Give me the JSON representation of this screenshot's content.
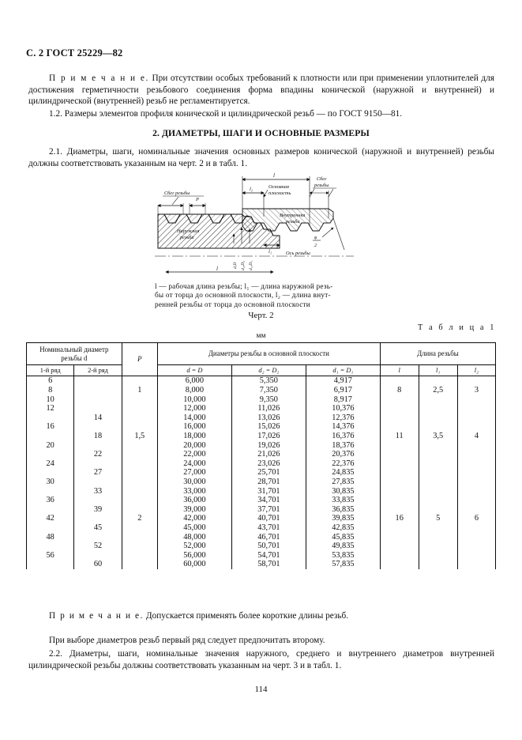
{
  "page": {
    "header": "С. 2 ГОСТ 25229—82",
    "page_number": "114"
  },
  "notes": {
    "note1_label": "П р и м е ч а н и е.",
    "note1_text": " При отсутствии особых требований к плотности или при применении уплотнителей для достижения герметичности резьбового соединения форма впадины конической (наружной и внутренней) и цилиндрической (внутренней) резьб не регламентируется.",
    "clause_1_2": "1.2. Размеры элементов профиля конической и цилиндрической резьб — по ГОСТ 9150—81.",
    "note2_label": "П р и м е ч а н и е.",
    "note2_text": "  Допускается применять более короткие длины резьб.",
    "after_table_1": "При выборе диаметров резьб первый ряд следует предпочитать второму.",
    "clause_2_2": "2.2. Диаметры, шаги, номинальные значения наружного, среднего и внутреннего диаметров внутренней цилиндрической резьбы должны соответствовать указанным на черт. 3 и в табл. 1."
  },
  "section": {
    "title": "2. ДИАМЕТРЫ, ШАГИ И ОСНОВНЫЕ РАЗМЕРЫ",
    "clause_2_1": "2.1. Диаметры, шаги, номинальные значения основных размеров конической (наружной и внутренней) резьбы должны соответствовать указанным на черт. 2 и в табл. 1."
  },
  "figure": {
    "number": "Черт. 2",
    "legend_line1": "l — рабочая длина резьбы; l₁ — длина наружной резь-",
    "legend_line2": "бы от торца до основной плоскости, l₂ — длина внут-",
    "legend_line3": "ренней резьбы от торца до основной плоскости",
    "labels": {
      "run_out_left": "Сбег резьбы",
      "run_out_right": "Сбег резьбы",
      "pitch": "P",
      "length_l": "l",
      "length_l1": "l₁",
      "length_l2": "l₂",
      "base_plane": "Основная плоскость",
      "external_thread": "Наружная резьба",
      "internal_thread": "Внутренняя резьба",
      "axis": "Ось резьбы",
      "diameters": "d,D  d₂,D₂  d₁,D₁",
      "angle": "φ/2"
    }
  },
  "table": {
    "caption": "Т а б л и ц а  1",
    "unit": "мм",
    "headers": {
      "nominal_diameter": "Номинальный диаметр резьбы d",
      "row1": "1-й ряд",
      "row2": "2-й ряд",
      "pitch": "P",
      "diameters_group": "Диаметры резьбы в основной плоскости",
      "d_D": "d = D",
      "d2_D2": "d₂ = D₂",
      "d1_D1": "d₁ = D₁",
      "length_group": "Длина резьбы",
      "l": "l",
      "l1": "l₁",
      "l2": "l₂"
    },
    "groups": [
      {
        "pitch": "1",
        "l": "8",
        "l1": "2,5",
        "l2": "3",
        "rows": [
          {
            "r1": "6",
            "r2": "",
            "dD": "6,000",
            "d2D2": "5,350",
            "d1D1": "4,917"
          },
          {
            "r1": "8",
            "r2": "",
            "dD": "8,000",
            "d2D2": "7,350",
            "d1D1": "6,917"
          },
          {
            "r1": "10",
            "r2": "",
            "dD": "10,000",
            "d2D2": "9,350",
            "d1D1": "8,917"
          }
        ]
      },
      {
        "pitch": "1,5",
        "l": "11",
        "l1": "3,5",
        "l2": "4",
        "rows": [
          {
            "r1": "12",
            "r2": "",
            "dD": "12,000",
            "d2D2": "11,026",
            "d1D1": "10,376"
          },
          {
            "r1": "",
            "r2": "14",
            "dD": "14,000",
            "d2D2": "13,026",
            "d1D1": "12,376"
          },
          {
            "r1": "16",
            "r2": "",
            "dD": "16,000",
            "d2D2": "15,026",
            "d1D1": "14,376"
          },
          {
            "r1": "",
            "r2": "18",
            "dD": "18,000",
            "d2D2": "17,026",
            "d1D1": "16,376"
          },
          {
            "r1": "20",
            "r2": "",
            "dD": "20,000",
            "d2D2": "19,026",
            "d1D1": "18,376"
          },
          {
            "r1": "",
            "r2": "22",
            "dD": "22,000",
            "d2D2": "21,026",
            "d1D1": "20,376"
          },
          {
            "r1": "24",
            "r2": "",
            "dD": "24,000",
            "d2D2": "23,026",
            "d1D1": "22,376"
          }
        ]
      },
      {
        "pitch": "2",
        "l": "16",
        "l1": "5",
        "l2": "6",
        "rows": [
          {
            "r1": "",
            "r2": "27",
            "dD": "27,000",
            "d2D2": "25,701",
            "d1D1": "24,835"
          },
          {
            "r1": "30",
            "r2": "",
            "dD": "30,000",
            "d2D2": "28,701",
            "d1D1": "27,835"
          },
          {
            "r1": "",
            "r2": "33",
            "dD": "33,000",
            "d2D2": "31,701",
            "d1D1": "30,835"
          },
          {
            "r1": "36",
            "r2": "",
            "dD": "36,000",
            "d2D2": "34,701",
            "d1D1": "33,835"
          },
          {
            "r1": "",
            "r2": "39",
            "dD": "39,000",
            "d2D2": "37,701",
            "d1D1": "36,835"
          },
          {
            "r1": "42",
            "r2": "",
            "dD": "42,000",
            "d2D2": "40,701",
            "d1D1": "39,835"
          },
          {
            "r1": "",
            "r2": "45",
            "dD": "45,000",
            "d2D2": "43,701",
            "d1D1": "42,835"
          },
          {
            "r1": "48",
            "r2": "",
            "dD": "48,000",
            "d2D2": "46,701",
            "d1D1": "45,835"
          },
          {
            "r1": "",
            "r2": "52",
            "dD": "52,000",
            "d2D2": "50,701",
            "d1D1": "49,835"
          },
          {
            "r1": "56",
            "r2": "",
            "dD": "56,000",
            "d2D2": "54,701",
            "d1D1": "53,835"
          },
          {
            "r1": "",
            "r2": "60",
            "dD": "60,000",
            "d2D2": "58,701",
            "d1D1": "57,835"
          }
        ]
      }
    ]
  }
}
